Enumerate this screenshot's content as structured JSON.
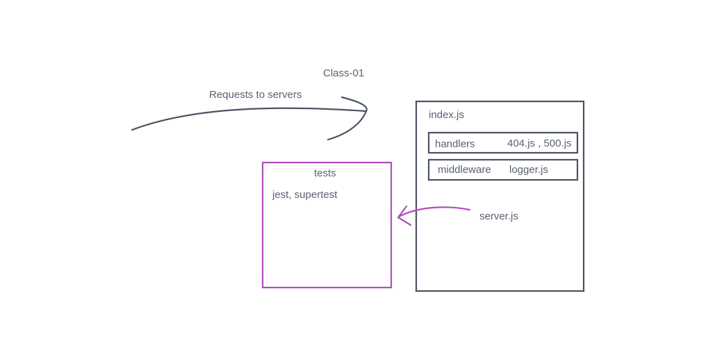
{
  "diagram": {
    "title": "Class-01",
    "arrow_label": "Requests to servers",
    "colors": {
      "ink": "#5a6170",
      "stroke": "#4b5261",
      "accent": "#b04cbd"
    },
    "server_box": {
      "label": "index.js",
      "handlers": {
        "label": "handlers",
        "files": "404.js , 500.js"
      },
      "middleware": {
        "label": "middleware",
        "files": "logger.js"
      }
    },
    "tests_box": {
      "label": "tests",
      "tools": "jest, supertest"
    },
    "server_label": "server.js"
  }
}
